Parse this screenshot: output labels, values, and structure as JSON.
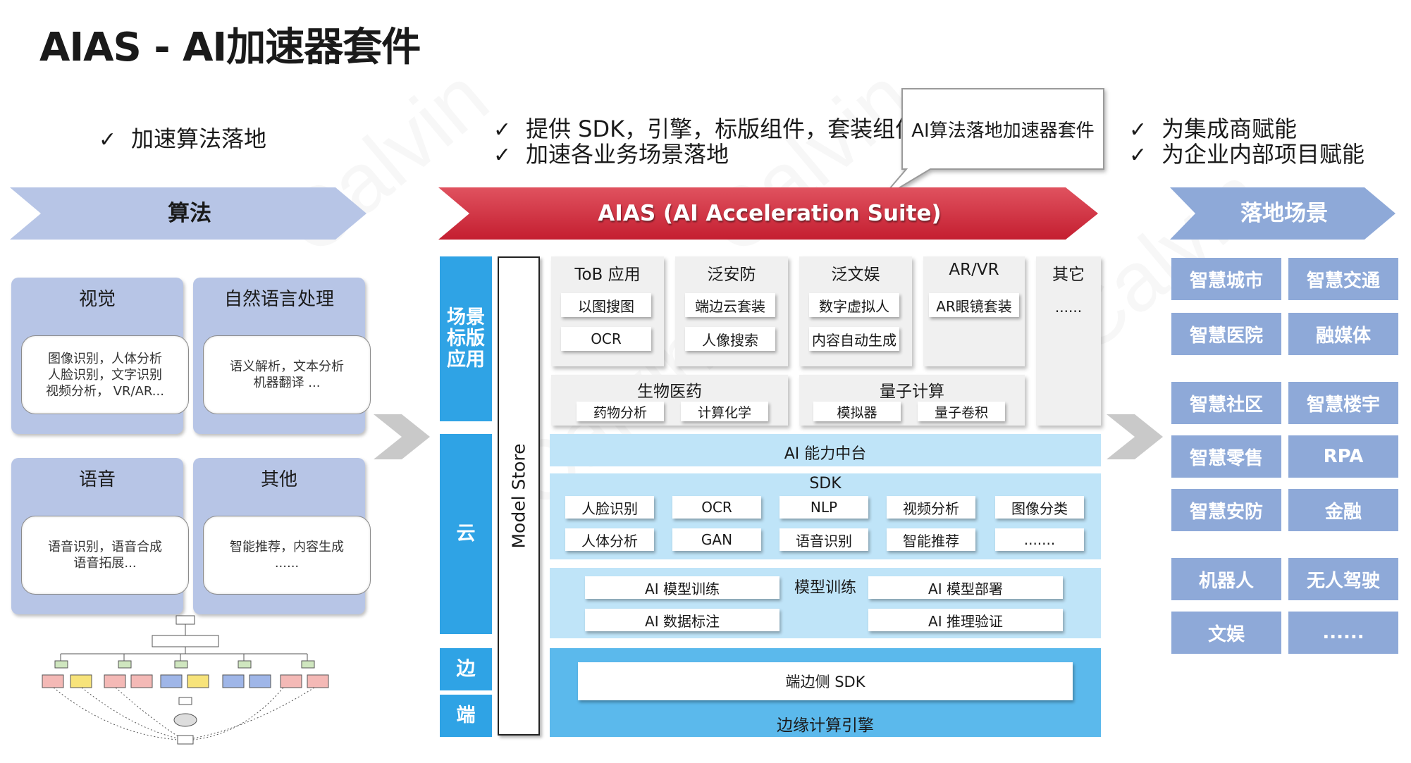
{
  "title": "AIAS - AI加速器套件",
  "checks_left": [
    "加速算法落地"
  ],
  "checks_mid": [
    "提供 SDK，引擎，标版组件，套装组件",
    "加速各业务场景落地"
  ],
  "checks_right": [
    "为集成商赋能",
    "为企业内部项目赋能"
  ],
  "callout": "AI算法落地加速器套件",
  "banners": {
    "algorithm": "算法",
    "aias": "AIAS (AI Acceleration Suite)",
    "scenes": "落地场景"
  },
  "algo_panels": [
    {
      "title": "视觉",
      "desc": "图像识别，人体分析\n人脸识别，文字识别\n视频分析， VR/AR..."
    },
    {
      "title": "自然语言处理",
      "desc": "语义解析，文本分析\n机器翻译 ..."
    },
    {
      "title": "语音",
      "desc": "语音识别，语音合成\n语音拓展..."
    },
    {
      "title": "其他",
      "desc": "智能推荐，内容生成\n......"
    }
  ],
  "sidebar": {
    "scene_apps": "场景\n标版\n应用",
    "cloud": "云",
    "edge": "边",
    "end": "端",
    "model_store": "Model Store"
  },
  "categories": [
    {
      "title": "ToB 应用",
      "items": [
        "以图搜图",
        "OCR"
      ]
    },
    {
      "title": "泛安防",
      "items": [
        "端边云套装",
        "人像搜索"
      ]
    },
    {
      "title": "泛文娱",
      "items": [
        "数字虚拟人",
        "内容自动生成"
      ]
    },
    {
      "title": "AR/VR",
      "items": [
        "AR眼镜套装"
      ]
    },
    {
      "title": "其它",
      "items": [
        "......"
      ]
    }
  ],
  "bio": {
    "title": "生物医药",
    "items": [
      "药物分析",
      "计算化学"
    ]
  },
  "quantum": {
    "title": "量子计算",
    "items": [
      "模拟器",
      "量子卷积"
    ]
  },
  "ai_platform": "AI 能力中台",
  "sdk": {
    "title": "SDK",
    "items": [
      "人脸识别",
      "OCR",
      "NLP",
      "视频分析",
      "图像分类",
      "人体分析",
      "GAN",
      "语音识别",
      "智能推荐",
      "......."
    ]
  },
  "training": {
    "title": "模型训练",
    "items": [
      "AI 模型训练",
      "AI 模型部署",
      "AI 数据标注",
      "AI 推理验证"
    ]
  },
  "edge": {
    "sdk": "端边侧 SDK",
    "engine": "边缘计算引擎"
  },
  "scenes": [
    "智慧城市",
    "智慧交通",
    "智慧医院",
    "融媒体",
    "智慧社区",
    "智慧楼宇",
    "智慧零售",
    "RPA",
    "智慧安防",
    "金融",
    "机器人",
    "无人驾驶",
    "文娱",
    "......"
  ],
  "colors": {
    "algo_banner": "#b7c5e6",
    "aias_banner": "#d2283a",
    "scene_banner": "#8ea9d8",
    "sidebar": "#2fa3e5",
    "band": "#bfe4f8"
  }
}
